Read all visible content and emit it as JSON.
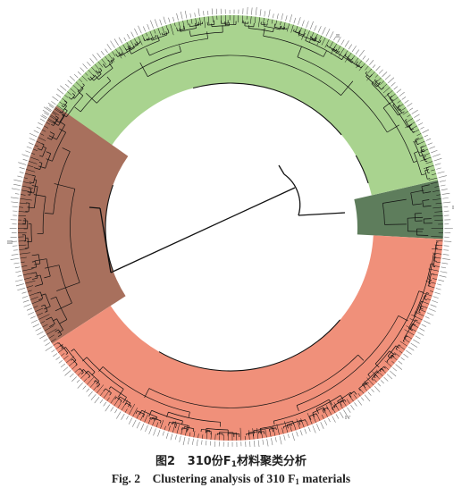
{
  "figure": {
    "cluster_labels": [
      "I",
      "II",
      "III",
      "IV"
    ],
    "colors": {
      "cluster_I": "#5e7d5c",
      "cluster_II": "#a9d38f",
      "cluster_III": "#a8705d",
      "cluster_IV": "#f0907a",
      "branch": "#111111",
      "label_text": "#777777"
    },
    "leaf_count": 310
  },
  "caption": {
    "chinese": {
      "prefix": "图2",
      "number": "310份",
      "F": "F",
      "sub": "1",
      "rest": "材料聚类分析"
    },
    "english": {
      "prefix": "Fig. 2",
      "title_start": "Clustering analysis of 310 F",
      "sub": "1",
      "title_end": " materials"
    }
  }
}
